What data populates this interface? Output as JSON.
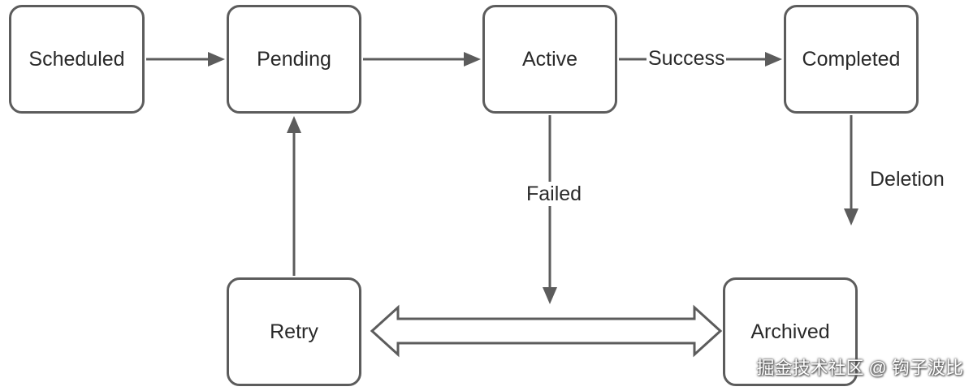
{
  "nodes": {
    "scheduled": "Scheduled",
    "pending": "Pending",
    "active": "Active",
    "completed": "Completed",
    "retry": "Retry",
    "archived": "Archived"
  },
  "edges": {
    "success": "Success",
    "failed": "Failed",
    "deletion": "Deletion"
  },
  "watermark": "掘金技术社区 @ 钩子波比",
  "colors": {
    "stroke": "#5c5c5c",
    "text": "#2a2a2a",
    "background": "#ffffff"
  }
}
